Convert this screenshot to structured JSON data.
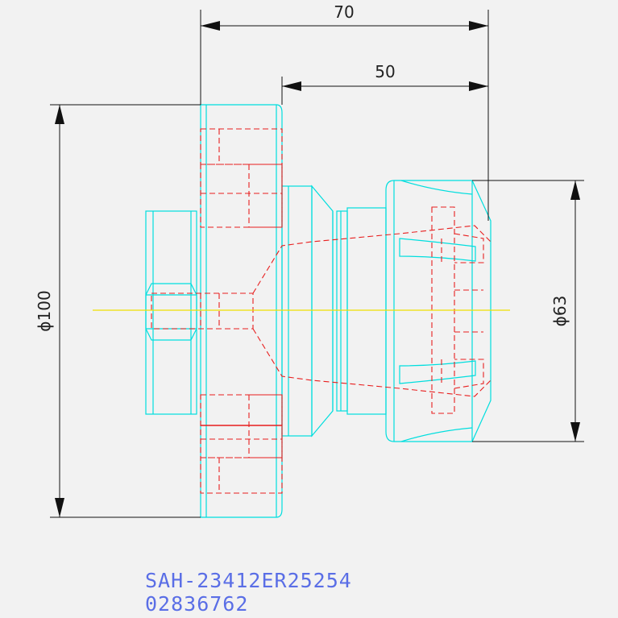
{
  "dimensions": {
    "overall_length": "70",
    "nut_length": "50",
    "flange_diameter": "ϕ100",
    "nut_diameter": "ϕ63"
  },
  "part": {
    "code": "SAH-23412ER25254",
    "number": "02836762"
  },
  "colors": {
    "background": "#f2f2f2",
    "outline": "#00dede",
    "hidden": "#e81e1e",
    "centerline": "#f0e000",
    "dimension": "#111111",
    "text": "#5a6ee6"
  }
}
